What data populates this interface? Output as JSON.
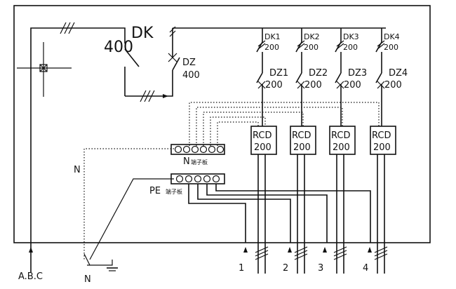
{
  "main_switch": {
    "name": "DK",
    "rating": "400"
  },
  "incoming_breaker": {
    "name": "DZ",
    "rating": "400"
  },
  "branch_switches": [
    {
      "name": "DK1",
      "rating": "200"
    },
    {
      "name": "DK2",
      "rating": "200"
    },
    {
      "name": "DK3",
      "rating": "200"
    },
    {
      "name": "DK4",
      "rating": "200"
    }
  ],
  "branch_breakers": [
    {
      "name": "DZ1",
      "rating": "200"
    },
    {
      "name": "DZ2",
      "rating": "200"
    },
    {
      "name": "DZ3",
      "rating": "200"
    },
    {
      "name": "DZ4",
      "rating": "200"
    }
  ],
  "rcds": [
    {
      "name": "RCD",
      "rating": "200"
    },
    {
      "name": "RCD",
      "rating": "200"
    },
    {
      "name": "RCD",
      "rating": "200"
    },
    {
      "name": "RCD",
      "rating": "200"
    }
  ],
  "terminal_blocks": {
    "n_block": {
      "prefix": "N",
      "label": "端子板"
    },
    "pe_block": {
      "prefix": "PE",
      "label": "端子板"
    }
  },
  "labels": {
    "n_wire": "N",
    "supply": "A.B.C",
    "neutral_out": "N"
  },
  "outputs": [
    "1",
    "2",
    "3",
    "4"
  ]
}
